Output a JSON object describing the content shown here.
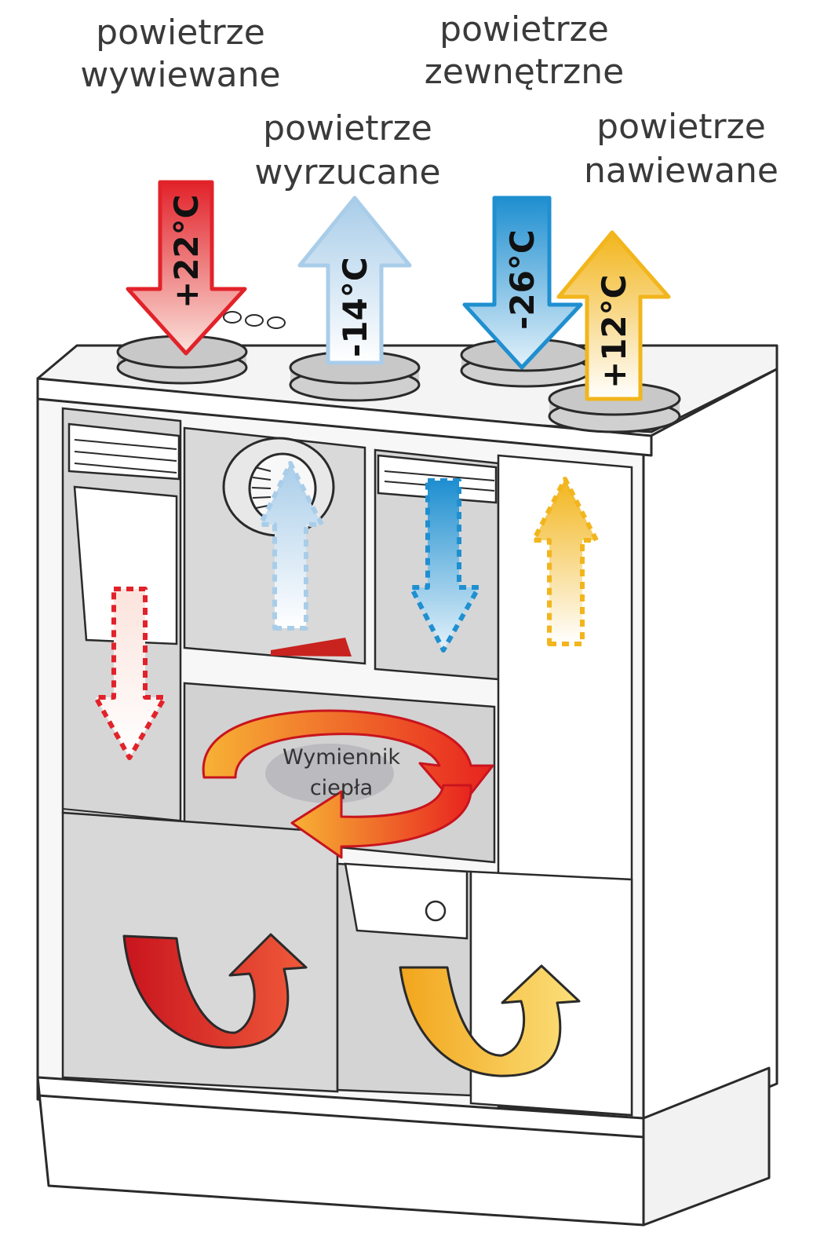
{
  "labels": {
    "extract_air": [
      "powietrze",
      "wywiewane"
    ],
    "outdoor_air": [
      "powietrze",
      "zewnętrzne"
    ],
    "exhaust_air": [
      "powietrze",
      "wyrzucane"
    ],
    "supply_air": [
      "powietrze",
      "nawiewane"
    ]
  },
  "temperatures": {
    "extract": "+22°C",
    "exhaust": "-14°C",
    "outdoor": "-26°C",
    "supply": "+12°C"
  },
  "exchanger": [
    "Wymiennik",
    "ciepła"
  ],
  "colors": {
    "extract": "#e2222a",
    "exhaust": "#a9cde9",
    "outdoor": "#1f8fd0",
    "supply": "#f2b51c",
    "housing_panel": "#d6d6d6",
    "housing_line": "#2a2a2a"
  }
}
